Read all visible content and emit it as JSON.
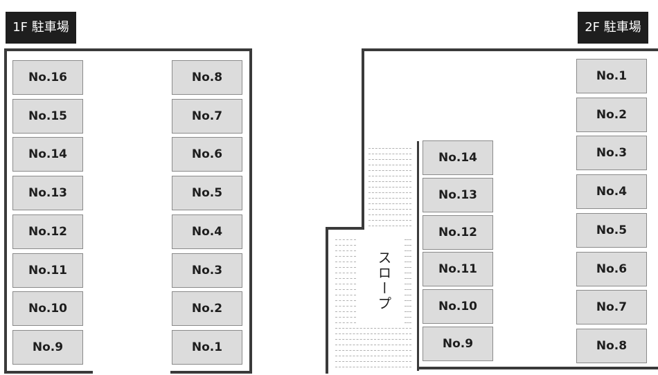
{
  "floor1": {
    "label": "1F 駐車場",
    "left_column": [
      "No.16",
      "No.15",
      "No.14",
      "No.13",
      "No.12",
      "No.11",
      "No.10",
      "No.9"
    ],
    "right_column": [
      "No.8",
      "No.7",
      "No.6",
      "No.5",
      "No.4",
      "No.3",
      "No.2",
      "No.1"
    ]
  },
  "floor2": {
    "label": "2F 駐車場",
    "left_column": [
      "No.14",
      "No.13",
      "No.12",
      "No.11",
      "No.10",
      "No.9"
    ],
    "right_column": [
      "No.1",
      "No.2",
      "No.3",
      "No.4",
      "No.5",
      "No.6",
      "No.7",
      "No.8"
    ],
    "slope_label": "スロープ"
  },
  "colors": {
    "wall": "#3a3a3a",
    "stall_fill": "#dcdcdc",
    "label_bg": "#1e1e1e"
  }
}
